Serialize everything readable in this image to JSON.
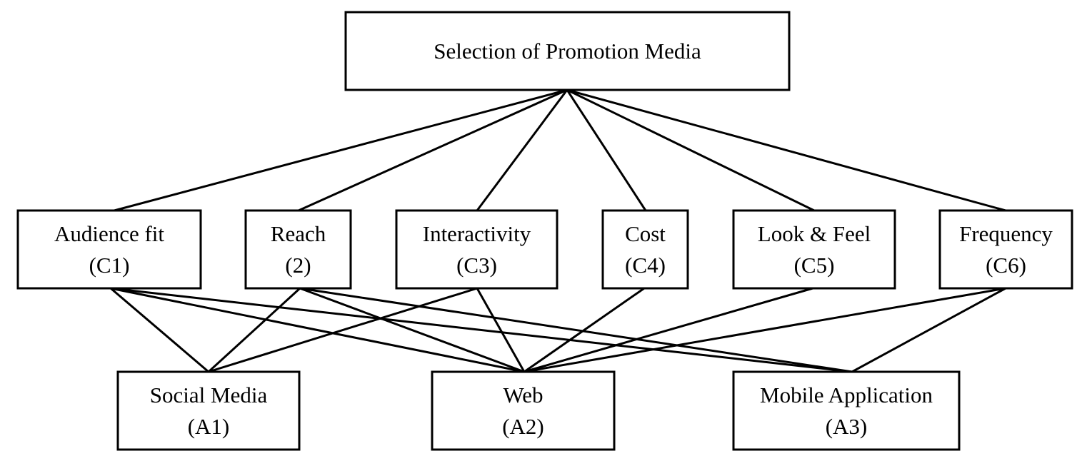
{
  "diagram": {
    "goal": {
      "id": "goal",
      "lines": [
        "Selection of Promotion Media"
      ]
    },
    "criteria": [
      {
        "id": "c1",
        "lines": [
          "Audience fit",
          "(C1)"
        ]
      },
      {
        "id": "c2",
        "lines": [
          "Reach",
          "(2)"
        ]
      },
      {
        "id": "c3",
        "lines": [
          "Interactivity",
          "(C3)"
        ]
      },
      {
        "id": "c4",
        "lines": [
          "Cost",
          "(C4)"
        ]
      },
      {
        "id": "c5",
        "lines": [
          "Look & Feel",
          "(C5)"
        ]
      },
      {
        "id": "c6",
        "lines": [
          "Frequency",
          "(C6)"
        ]
      }
    ],
    "alternatives": [
      {
        "id": "a1",
        "lines": [
          "Social Media",
          "(A1)"
        ]
      },
      {
        "id": "a2",
        "lines": [
          "Web",
          "(A2)"
        ]
      },
      {
        "id": "a3",
        "lines": [
          "Mobile Application",
          "(A3)"
        ]
      }
    ],
    "edges": [
      [
        "goal",
        "c1"
      ],
      [
        "goal",
        "c2"
      ],
      [
        "goal",
        "c3"
      ],
      [
        "goal",
        "c4"
      ],
      [
        "goal",
        "c5"
      ],
      [
        "goal",
        "c6"
      ],
      [
        "c1",
        "a1"
      ],
      [
        "c1",
        "a2"
      ],
      [
        "c1",
        "a3"
      ],
      [
        "c2",
        "a1"
      ],
      [
        "c2",
        "a2"
      ],
      [
        "c2",
        "a3"
      ],
      [
        "c3",
        "a1"
      ],
      [
        "c3",
        "a2"
      ],
      [
        "c4",
        "a2"
      ],
      [
        "c5",
        "a2"
      ],
      [
        "c6",
        "a2"
      ],
      [
        "c6",
        "a3"
      ]
    ]
  }
}
